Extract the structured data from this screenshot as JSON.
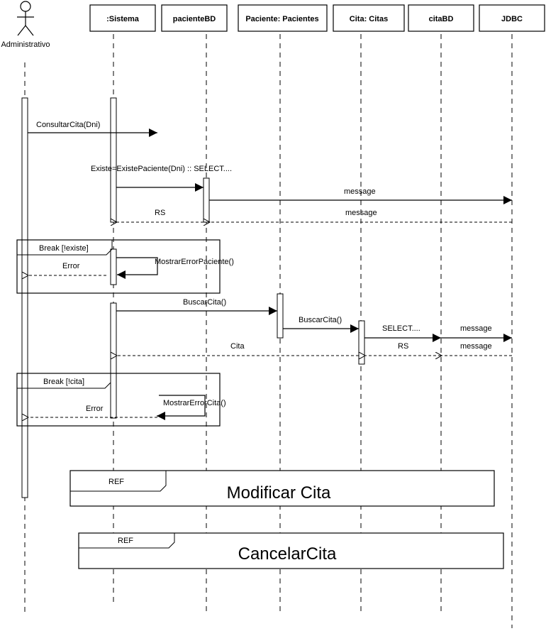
{
  "actor": {
    "name": "Administrativo"
  },
  "lifelines": [
    {
      "id": "sistema",
      "label": ":Sistema"
    },
    {
      "id": "pacientebd",
      "label": "pacienteBD"
    },
    {
      "id": "paciente",
      "label": "Paciente: Pacientes"
    },
    {
      "id": "cita",
      "label": "Cita: Citas"
    },
    {
      "id": "citabd",
      "label": "citaBD"
    },
    {
      "id": "jdbc",
      "label": "JDBC"
    }
  ],
  "messages": {
    "consultar_cita": "ConsultarCita(Dni)",
    "existe_paciente": "Existe=ExistePaciente(Dni) :: SELECT....",
    "message_1": "message",
    "message_2": "message",
    "rs_1": "RS",
    "mostrar_error_paciente": "MostrarErrorPaciente()",
    "error_1": "Error",
    "buscar_cita_1": "BuscarCita()",
    "buscar_cita_2": "BuscarCita()",
    "select": "SELECT....",
    "message_3": "message",
    "rs_2": "RS",
    "message_4": "message",
    "cita_return": "Cita",
    "mostrar_error_cita": "MostrarErrorCita()",
    "error_2": "Error"
  },
  "fragments": {
    "break_existe": "Break [!existe]",
    "break_cita": "Break [!cita]"
  },
  "refs": [
    {
      "tag": "REF",
      "title": "Modificar Cita"
    },
    {
      "tag": "REF",
      "title": "CancelarCita"
    }
  ]
}
